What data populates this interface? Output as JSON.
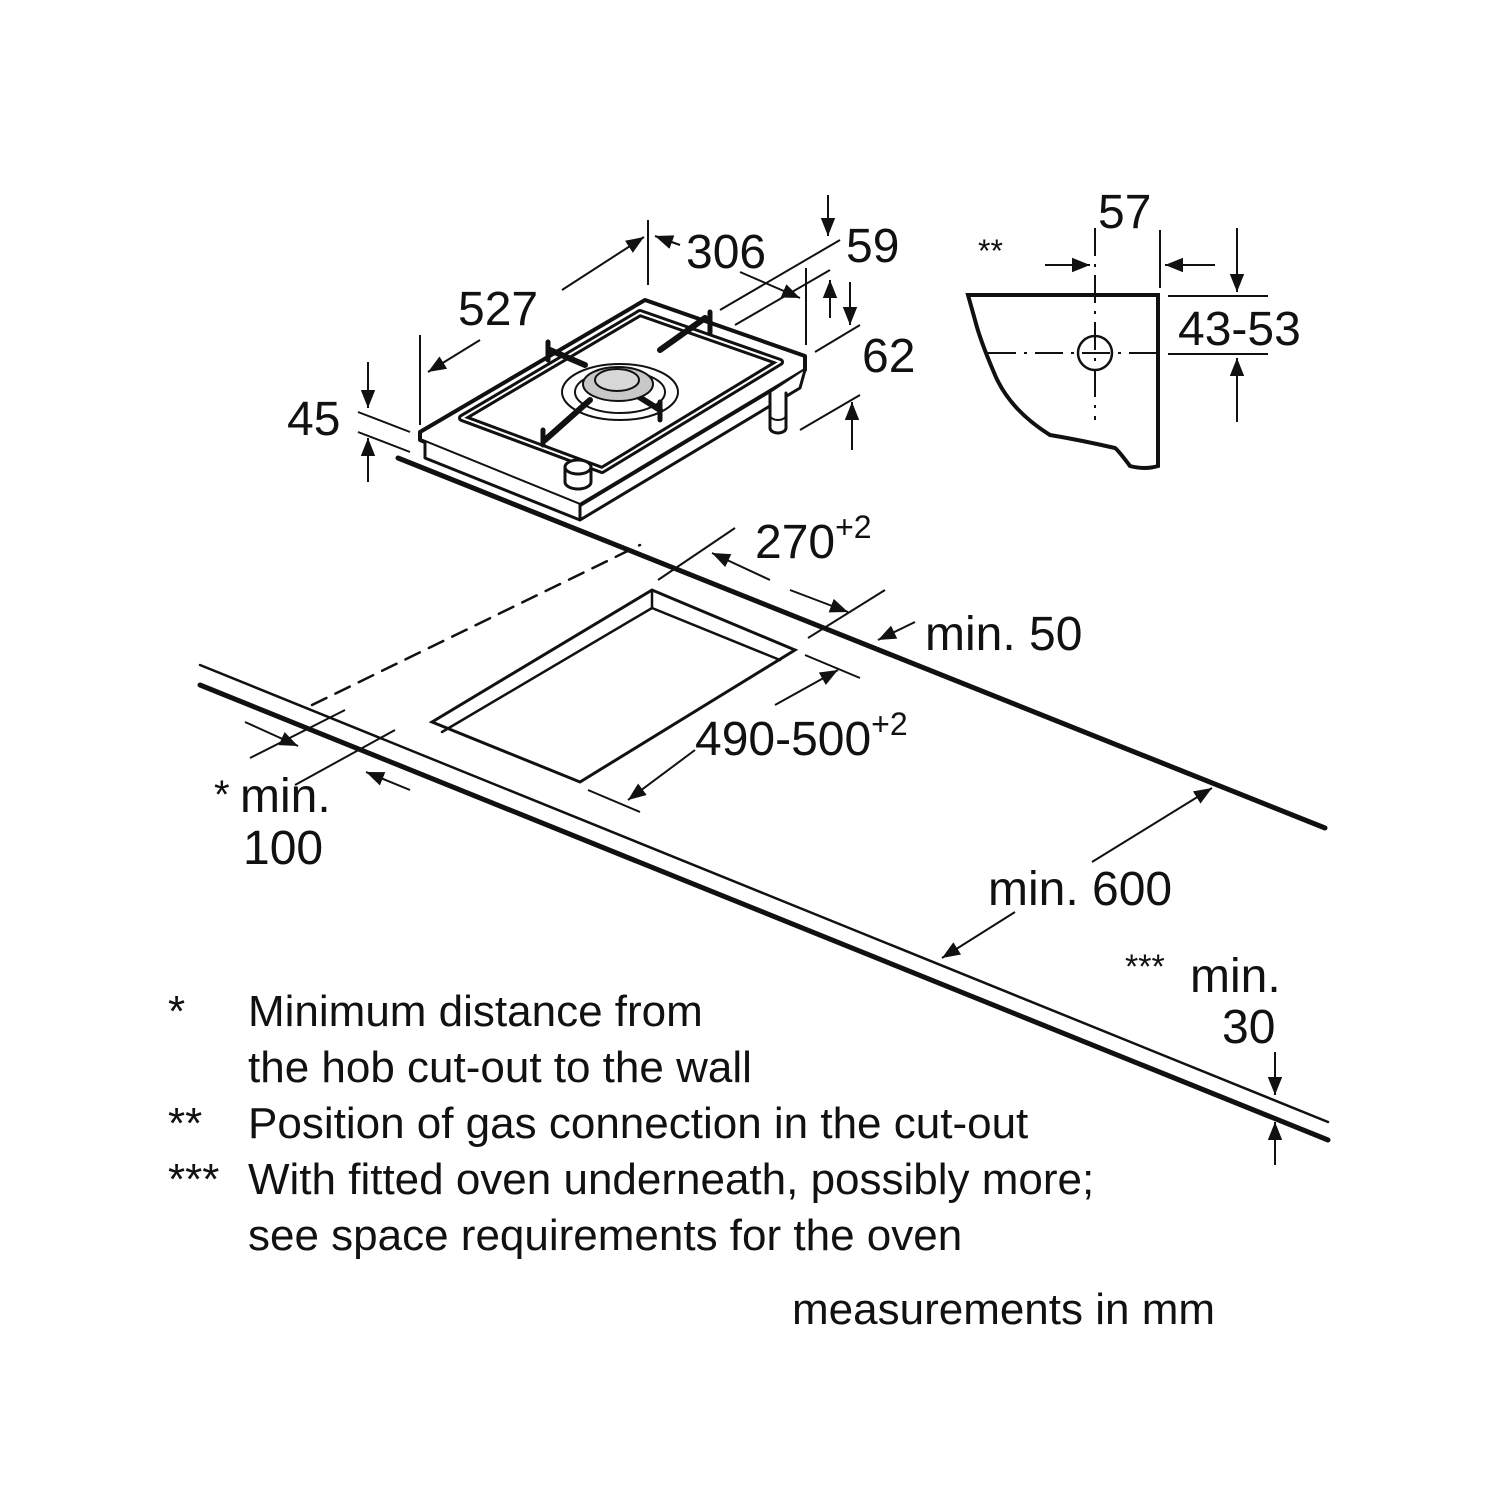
{
  "diagram": {
    "title": "Single gas hob installation dimensions",
    "hob": {
      "length": "527",
      "width": "306",
      "height": "45",
      "connection_offset": "59",
      "connection_height": "62"
    },
    "gas_connection_detail": {
      "marker": "**",
      "horizontal": "57",
      "vertical": "43-53"
    },
    "cutout": {
      "width": "270",
      "width_tolerance": "+2",
      "length": "490-500",
      "length_tolerance": "+2",
      "rear_min": "min. 50",
      "wall_min_marker": "*",
      "wall_min_label": "min.",
      "wall_min_value": "100",
      "depth_min": "min. 600",
      "worktop_marker": "***",
      "worktop_min_label": "min.",
      "worktop_min_value": "30"
    },
    "notes": [
      {
        "mark": "*",
        "lines": [
          "Minimum distance from",
          "the hob cut-out to the wall"
        ]
      },
      {
        "mark": "**",
        "lines": [
          "Position of gas connection in the cut-out"
        ]
      },
      {
        "mark": "***",
        "lines": [
          "With fitted oven underneath, possibly more;",
          "see space requirements for the oven"
        ]
      }
    ],
    "units_caption": "measurements in mm",
    "colors": {
      "ink": "#111111",
      "burner": "#c8c8c8",
      "background": "#ffffff"
    }
  }
}
